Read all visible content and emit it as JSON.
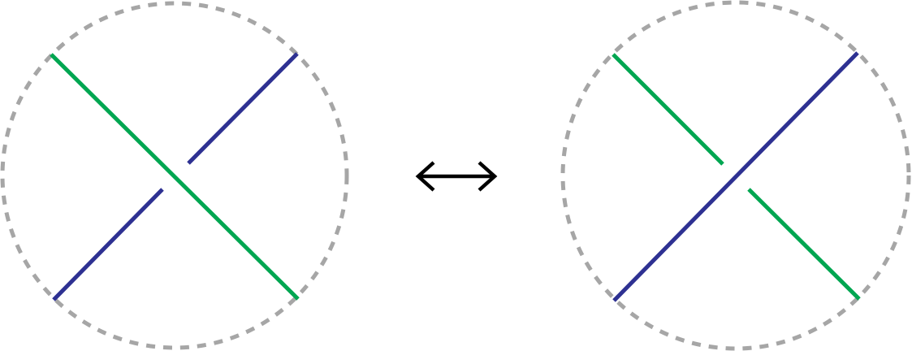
{
  "diagram": {
    "kind": "knot crossing change",
    "colors": {
      "boundary": "#a6a6a6",
      "strand_a": "#00a651",
      "strand_b": "#2e3192",
      "arrow": "#000000",
      "background": "#ffffff"
    },
    "left_crossing": {
      "over_strand": "strand_a",
      "under_strand": "strand_b"
    },
    "right_crossing": {
      "over_strand": "strand_b",
      "under_strand": "strand_a"
    },
    "relation": {
      "arrow_icon": "double-headed-arrow-icon"
    }
  }
}
